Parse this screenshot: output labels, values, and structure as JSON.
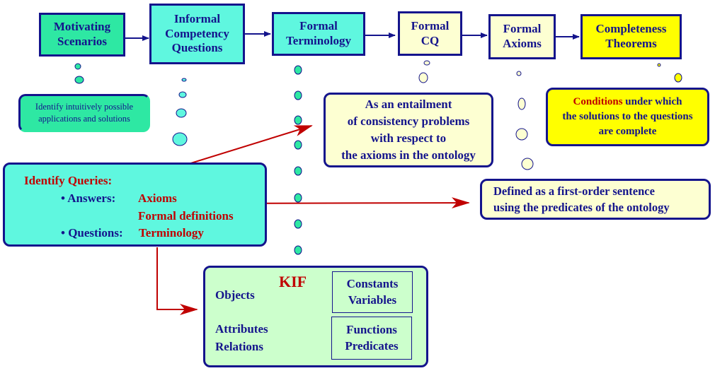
{
  "pipeline": [
    {
      "id": "motivating",
      "lines": [
        "Motivating",
        "Scenarios"
      ]
    },
    {
      "id": "informal-cq",
      "lines": [
        "Informal",
        "Competency",
        "Questions"
      ]
    },
    {
      "id": "formal-terminology",
      "lines": [
        "Formal",
        "Terminology"
      ]
    },
    {
      "id": "formal-cq",
      "lines": [
        "Formal",
        "CQ"
      ]
    },
    {
      "id": "formal-axioms",
      "lines": [
        "Formal",
        "Axioms"
      ]
    },
    {
      "id": "completeness",
      "lines": [
        "Completeness",
        "Theorems"
      ]
    }
  ],
  "notes": {
    "identify": [
      "Identify intuitively possible",
      "applications and  solutions"
    ],
    "entailment": [
      "As an entailment",
      "of consistency problems",
      "with respect to",
      "the axioms in the ontology"
    ],
    "conditions_red": "Conditions",
    "conditions_rest": " under which",
    "conditions_lines": [
      "the solutions to the questions",
      "are complete"
    ],
    "defined": [
      "Defined as a first-order sentence",
      "using the predicates of the ontology"
    ]
  },
  "queries": {
    "title": "Identify Queries:",
    "answers_label": "• Answers:",
    "answers_items": [
      "Axioms",
      "Formal definitions"
    ],
    "questions_label": "• Questions:",
    "questions_value": "Terminology"
  },
  "kif": {
    "label": "KIF",
    "objects": "Objects",
    "attributes": "Attributes",
    "relations": "Relations",
    "constants_box": [
      "Constants",
      "Variables"
    ],
    "functions_box": [
      "Functions",
      "Predicates"
    ]
  },
  "colors": {
    "navy": "#14148c",
    "red": "#c00000",
    "green": "#2ee8a3",
    "cyan": "#5ff7df",
    "pale_yellow": "#fdffd2",
    "yellow": "#ffff00",
    "light_green": "#ccffcc"
  }
}
